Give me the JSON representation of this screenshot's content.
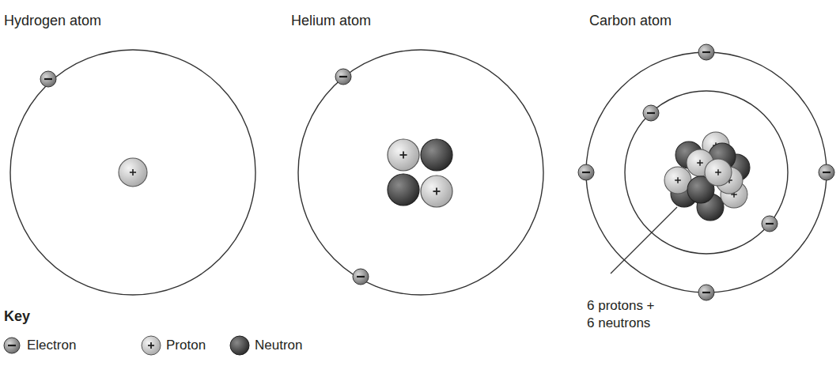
{
  "diagram": {
    "labels": [
      "Hydrogen atom",
      "Helium atom",
      "Carbon atom",
      "6 protons + 6 neutrons",
      "Key"
    ],
    "legend": [
      {
        "text": "Electron"
      },
      {
        "text": "Proton"
      },
      {
        "text": "Neutron"
      }
    ]
  }
}
